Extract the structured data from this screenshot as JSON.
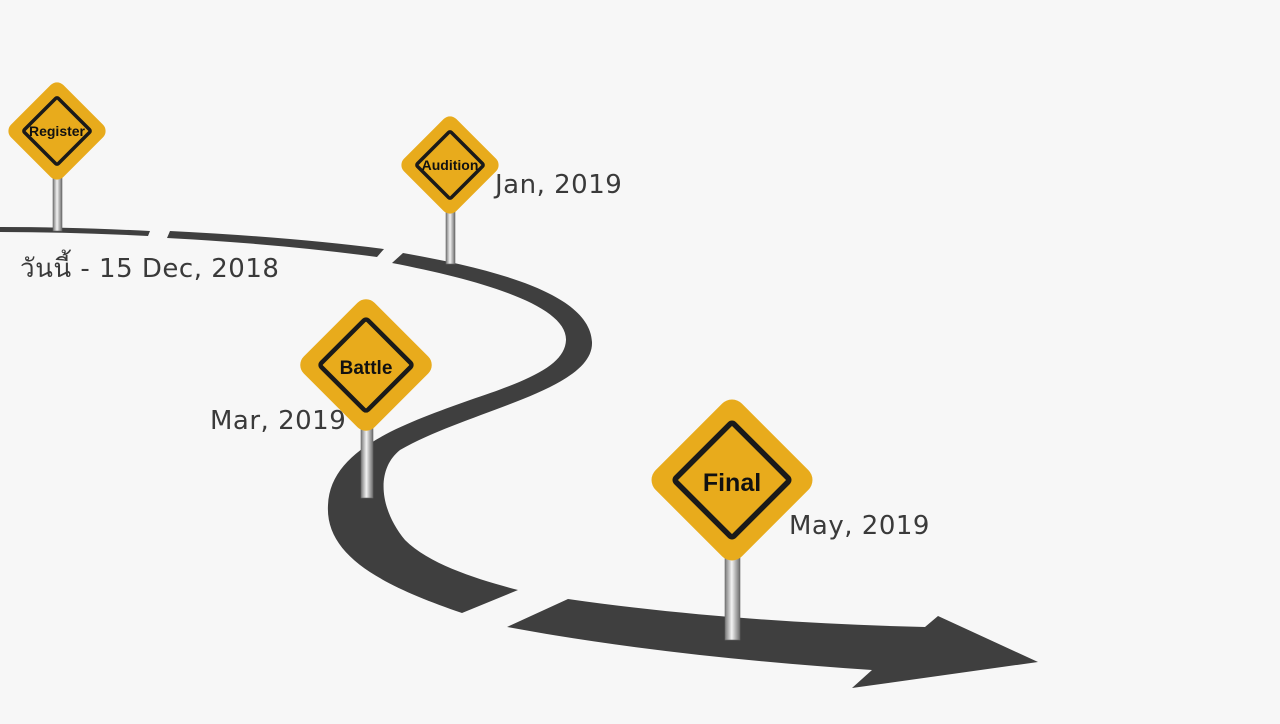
{
  "colors": {
    "road": "#3f3f3f",
    "sign_fill": "#e8ab1c",
    "sign_border": "#1a1a1a",
    "background": "#f7f7f7",
    "text": "#3a3a3a"
  },
  "milestones": [
    {
      "id": "register",
      "sign": "Register",
      "date": "วันนี้ - 15 Dec, 2018"
    },
    {
      "id": "audition",
      "sign": "Audition",
      "date": "Jan, 2019"
    },
    {
      "id": "battle",
      "sign": "Battle",
      "date": "Mar, 2019"
    },
    {
      "id": "final",
      "sign": "Final",
      "date": "May, 2019"
    }
  ]
}
